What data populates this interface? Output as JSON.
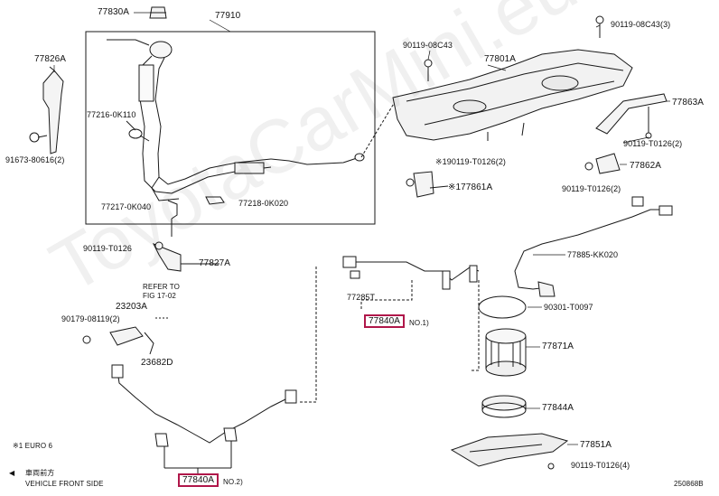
{
  "labels": {
    "p77830a": "77830A",
    "p77910": "77910",
    "p77826a": "77826A",
    "p77216": "77216-0K110",
    "p91673": "91673-80616(2)",
    "p77217": "77217-0K040",
    "p77218": "77218-0K020",
    "p90119_t0126_left": "90119-T0126",
    "p77827a": "77827A",
    "refer_line1": "REFER TO",
    "refer_line2": "FIG 17-02",
    "p23203a": "23203A",
    "p90179": "90179-08119(2)",
    "p23682d": "23682D",
    "p90119_08c43_top": "90119-08C43",
    "p77801a": "77801A",
    "p90119_08c43_right": "90119-08C43(3)",
    "p77863a": "77863A",
    "p90119_t0126_2a": "90119-T0126(2)",
    "p77862a": "77862A",
    "p90119_t0126_2b": "90119-T0126(2)",
    "p90119_t0126_x": "※190119-T0126(2)",
    "p77861a": "※177861A",
    "p77885": "77885-KK020",
    "p77285t": "77285T",
    "p77840a_no1": "77840A",
    "no1": "NO.1)",
    "p90301": "90301-T0097",
    "p77871a": "77871A",
    "p77844a": "77844A",
    "p77851a": "77851A",
    "p90119_t0126_4": "90119-T0126(4)",
    "p77840a_no2": "77840A",
    "no2": "NO.2)",
    "footnote": "※1 EURO 6",
    "front_jp": "車両前方",
    "front_en": "VEHICLE FRONT SIDE",
    "diagram_id": "250868B",
    "watermark": "ToyotaCarMini.eu"
  },
  "colors": {
    "highlight_box": "#b0174a",
    "line": "#1a1a1a",
    "watermark": "#e6e6e6"
  }
}
